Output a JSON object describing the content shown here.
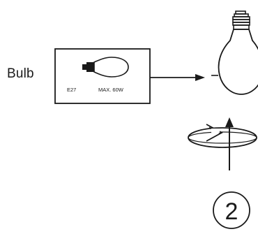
{
  "label": "Bulb",
  "box": {
    "base_text": "E27",
    "power_text": "MAX. 60W"
  },
  "step_number": "2",
  "colors": {
    "line": "#1a1a1a",
    "background": "#ffffff"
  }
}
